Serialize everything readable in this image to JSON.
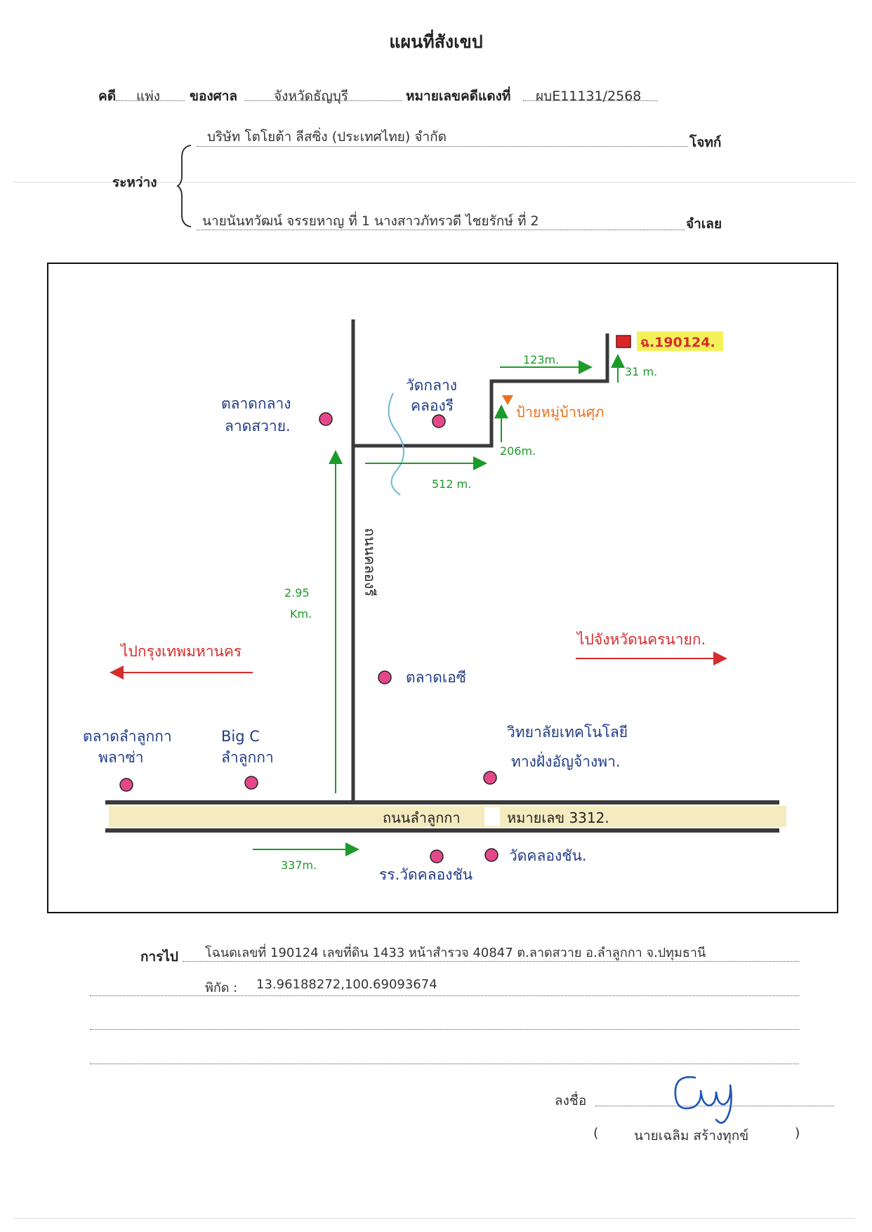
{
  "header": {
    "title": "แผนที่สังเขป",
    "case_label": "คดี",
    "case_type": "แพ่ง",
    "court_label": "ของศาล",
    "court_name": "จังหวัดธัญบุรี",
    "red_case_label": "หมายเลขคดีแดงที่",
    "red_case_no": "ผบE11131/2568"
  },
  "parties": {
    "between_label": "ระหว่าง",
    "plaintiff_name": "บริษัท โตโยต้า ลีสซิ่ง (ประเทศไทย) จำกัด",
    "plaintiff_label": "โจทก์",
    "defendant_name": "นายนันทวัฒน์ จรรยหาญ ที่ 1 นางสาวภัทรวดี ไชยรักษ์ ที่ 2",
    "defendant_label": "จำเลย"
  },
  "map": {
    "deed_tag": "ฉ.190124.",
    "dist_123": "123m.",
    "dist_31": "31 m.",
    "wat_klang_1": "วัดกลาง",
    "wat_klang_2": "คลองรี",
    "talad_klang_1": "ตลาดกลาง",
    "talad_klang_2": "ลาดสวาย.",
    "village_sign": "ป้ายหมู่บ้านศุภ",
    "dist_206": "206m.",
    "dist_512": "512 m.",
    "road_vertical": "ถนนคลองรี",
    "dist_295_1": "2.95",
    "dist_295_2": "Km.",
    "to_bangkok": "ไปกรุงเทพมหานคร",
    "to_nakhonnayok": "ไปจังหวัดนครนายก.",
    "talad_ac": "ตลาดเอซี",
    "talad_lamlukka_1": "ตลาดลำลูกกา",
    "talad_lamlukka_2": "พลาซ่า",
    "bigc_1": "Big C",
    "bigc_2": "ลำลูกกา",
    "college_1": "วิทยาลัยเทคโนโลยี",
    "college_2": "ทางฝั่งอัญจ้างพา.",
    "main_road": "ถนนลำลูกกา",
    "road_no": "หมายเลข 3312.",
    "dist_337": "337m.",
    "school_wat": "รร.วัดคลองชัน",
    "wat_klongchan": "วัดคลองชัน."
  },
  "footer": {
    "directions_label": "การไป",
    "directions_text": "โฉนดเลขที่ 190124  เลขที่ดิน 1433 หน้าสำรวจ 40847  ต.ลาดสวาย  อ.ลำลูกกา  จ.ปทุมธานี",
    "coords_label": "พิกัด :",
    "coords_value": "13.96188272,100.69093674",
    "sign_label": "ลงชื่อ",
    "signer_name": "นายเฉลิม  สร้างทุกข์",
    "open_paren": "(",
    "close_paren": ")"
  },
  "colors": {
    "road": "#3a3a3a",
    "road_band": "#f4ebc0",
    "poi_dot": "#e5488a",
    "route_arrow": "#1c9a2a",
    "direction_arrow": "#d62c2c",
    "handwriting_blue": "#1f3c86",
    "highlight": "#f3f15a",
    "signature": "#1e55b8"
  }
}
